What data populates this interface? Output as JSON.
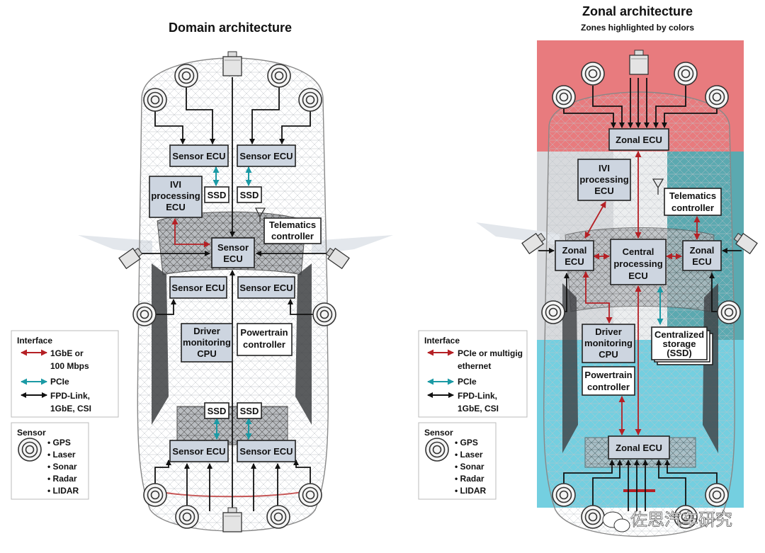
{
  "left": {
    "title": "Domain architecture",
    "sensor_ecu": "Sensor ECU",
    "ssd": "SSD",
    "ivi": [
      "IVI",
      "processing",
      "ECU"
    ],
    "telematics": [
      "Telematics",
      "controller"
    ],
    "center_ecu": [
      "Sensor",
      "ECU"
    ],
    "driver": [
      "Driver",
      "monitoring",
      "CPU"
    ],
    "powertrain": [
      "Powertrain",
      "controller"
    ]
  },
  "right": {
    "title": "Zonal architecture",
    "subtitle": "Zones highlighted by colors",
    "zonal_ecu": "Zonal ECU",
    "ivi": [
      "IVI",
      "processing",
      "ECU"
    ],
    "telematics": [
      "Telematics",
      "controller"
    ],
    "zonal_side": [
      "Zonal",
      "ECU"
    ],
    "central": [
      "Central",
      "processing",
      "ECU"
    ],
    "driver": [
      "Driver",
      "monitoring",
      "CPU"
    ],
    "storage": [
      "Centralized",
      "storage",
      "(SSD)"
    ],
    "powertrain": [
      "Powertrain",
      "controller"
    ]
  },
  "legend_left": {
    "title": "Interface",
    "items": [
      "1GbE or",
      "100 Mbps",
      "PCIe",
      "FPD-Link,",
      "1GbE, CSI"
    ]
  },
  "legend_right": {
    "title": "Interface",
    "items": [
      "PCIe or multigig",
      "ethernet",
      "PCIe",
      "FPD-Link,",
      "1GbE, CSI"
    ]
  },
  "sensor_legend": {
    "title": "Sensor",
    "items": [
      "• GPS",
      "• Laser",
      "• Sonar",
      "• Radar",
      "• LIDAR"
    ]
  },
  "colors": {
    "red_link": "#b52025",
    "pcie_link": "#1b9aa5",
    "black_link": "#111111",
    "ecu_fill": "#cdd5e0",
    "zone_front": "#e87b7e",
    "zone_left": "#d8dadd",
    "zone_right": "#5ba9b0",
    "zone_rear": "#74cfe0"
  },
  "watermark": "佐思汽车研究"
}
